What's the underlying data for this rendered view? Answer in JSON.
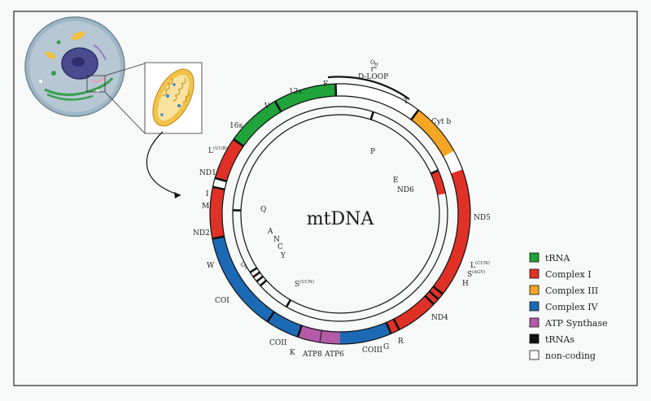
{
  "title": "mtDNA",
  "dloop": {
    "label": "D-LOOP",
    "origin": "O",
    "origin_sub": "H"
  },
  "outer_segments": [
    {
      "name": "12s",
      "type": "tRNA"
    },
    {
      "name": "16s",
      "type": "tRNA"
    },
    {
      "name": "ND1",
      "type": "Complex I"
    },
    {
      "name": "ND2",
      "type": "Complex I"
    },
    {
      "name": "COI",
      "type": "Complex IV"
    },
    {
      "name": "COII",
      "type": "Complex IV"
    },
    {
      "name": "ATP8",
      "type": "ATP Synthase"
    },
    {
      "name": "ATP6",
      "type": "ATP Synthase"
    },
    {
      "name": "COIII",
      "type": "Complex IV"
    },
    {
      "name": "ND4",
      "type": "Complex I"
    },
    {
      "name": "ND5",
      "type": "Complex I"
    },
    {
      "name": "Cyt b",
      "type": "Complex III"
    }
  ],
  "inner_segments": [
    {
      "name": "ND6",
      "type": "Complex I"
    }
  ],
  "trna_labels": {
    "F": "F",
    "V": "V",
    "L1": "L",
    "L1_sup": "(UUR)",
    "I": "I",
    "M": "M",
    "W": "W",
    "K": "K",
    "G": "G",
    "R": "R",
    "H": "H",
    "S2": "S",
    "S2_sup": "(AGY)",
    "L2": "L",
    "L2_sup": "(CUN)",
    "T": "T",
    "P": "P",
    "E": "E",
    "Q": "Q",
    "A": "A",
    "N": "N",
    "C": "C",
    "Y": "Y",
    "OL": "O",
    "OL_sub": "L",
    "S1": "S",
    "S1_sup": "(UCN)"
  },
  "colors": {
    "tRNA": "#1fa33a",
    "Complex I": "#e03127",
    "Complex III": "#f5a623",
    "Complex IV": "#1c6ab5",
    "ATP Synthase": "#b45aa8",
    "tRNAs": "#111111",
    "non-coding": "#ffffff"
  },
  "legend": [
    {
      "label": "tRNA",
      "color": "#1fa33a"
    },
    {
      "label": "Complex I",
      "color": "#e03127"
    },
    {
      "label": "Complex III",
      "color": "#f5a623"
    },
    {
      "label": "Complex IV",
      "color": "#1c6ab5"
    },
    {
      "label": "ATP Synthase",
      "color": "#b45aa8"
    },
    {
      "label": "tRNAs",
      "color": "#111111"
    },
    {
      "label": "non-coding",
      "color": "#ffffff"
    }
  ]
}
